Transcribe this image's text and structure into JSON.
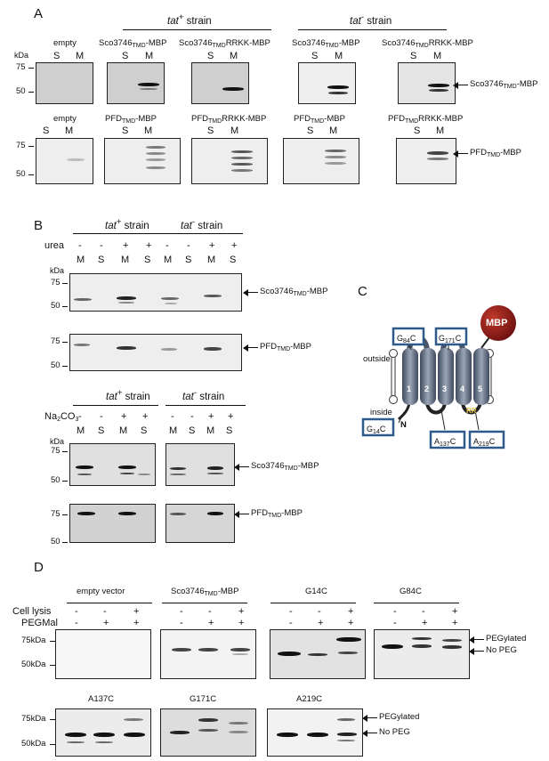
{
  "figure": {
    "panelA": {
      "letter": "A",
      "tat_plus": "tat",
      "tat_plus_sup": "+",
      "strain": " strain",
      "tat_minus": "tat",
      "tat_minus_sup": "-",
      "row1": {
        "labels": [
          "empty",
          "Sco3746",
          "Sco3746",
          "Sco3746",
          "Sco3746"
        ],
        "suffix": [
          "",
          "-MBP",
          "RRKK-MBP",
          "-MBP",
          "RRKK-MBP"
        ],
        "sub": "TMD",
        "arrow_label": "Sco3746",
        "arrow_suffix": "-MBP"
      },
      "row2": {
        "labels": [
          "empty",
          "PFD",
          "PFD",
          "PFD",
          "PFD"
        ],
        "suffix": [
          "",
          "-MBP",
          "RRKK-MBP",
          "-MBP",
          "RRKK-MBP"
        ],
        "arrow_label": "PFD",
        "arrow_suffix": "-MBP"
      },
      "S": "S",
      "M": "M",
      "kda": "kDa",
      "marker_75": "75",
      "marker_50": "50"
    },
    "panelB": {
      "letter": "B",
      "urea": "urea",
      "na2co3": "Na",
      "na2co3_sub": "2",
      "na2co3_end": "CO",
      "na2co3_sub2": "3",
      "signs": [
        "-",
        "-",
        "+",
        "+",
        "-",
        "-",
        "+",
        "+"
      ],
      "lanes": [
        "M",
        "S",
        "M",
        "S",
        "M",
        "S",
        "M",
        "S"
      ],
      "sco_label": "Sco3746",
      "sco_suffix": "-MBP",
      "pfd_label": "PFD",
      "pfd_suffix": "-MBP"
    },
    "panelC": {
      "letter": "C",
      "mbp": "MBP",
      "outside": "outside",
      "inside": "inside",
      "n_term": "N",
      "rr": "RR",
      "helices": [
        "1",
        "2",
        "3",
        "4",
        "5"
      ],
      "mut_g84c": {
        "a": "G",
        "b": "84",
        "c": "C"
      },
      "mut_g171c": {
        "a": "G",
        "b": "171",
        "c": "C"
      },
      "mut_g14c": {
        "a": "G",
        "b": "14",
        "c": "C"
      },
      "mut_a137c": {
        "a": "A",
        "b": "137",
        "c": "C"
      },
      "mut_a219c": {
        "a": "A",
        "b": "219",
        "c": "C"
      },
      "colors": {
        "mbp": "#8b1a1a",
        "helix": "#5d6b80",
        "box": "#2f5a8a",
        "rr": "#e8c84a"
      }
    },
    "panelD": {
      "letter": "D",
      "cell_lysis": "Cell lysis",
      "pegmal": "PEGMal",
      "top_titles": [
        "empty vector",
        "Sco3746",
        "G14C",
        "G84C"
      ],
      "sco_suffix": "-MBP",
      "bottom_titles": [
        "A137C",
        "G171C",
        "A219C"
      ],
      "lysis_signs": [
        "-",
        "-",
        "+"
      ],
      "peg_signs": [
        "-",
        "+",
        "+"
      ],
      "kda75": "75kDa",
      "kda50": "50kDa",
      "pegylated": "PEGylated",
      "no_peg": "No PEG"
    }
  }
}
